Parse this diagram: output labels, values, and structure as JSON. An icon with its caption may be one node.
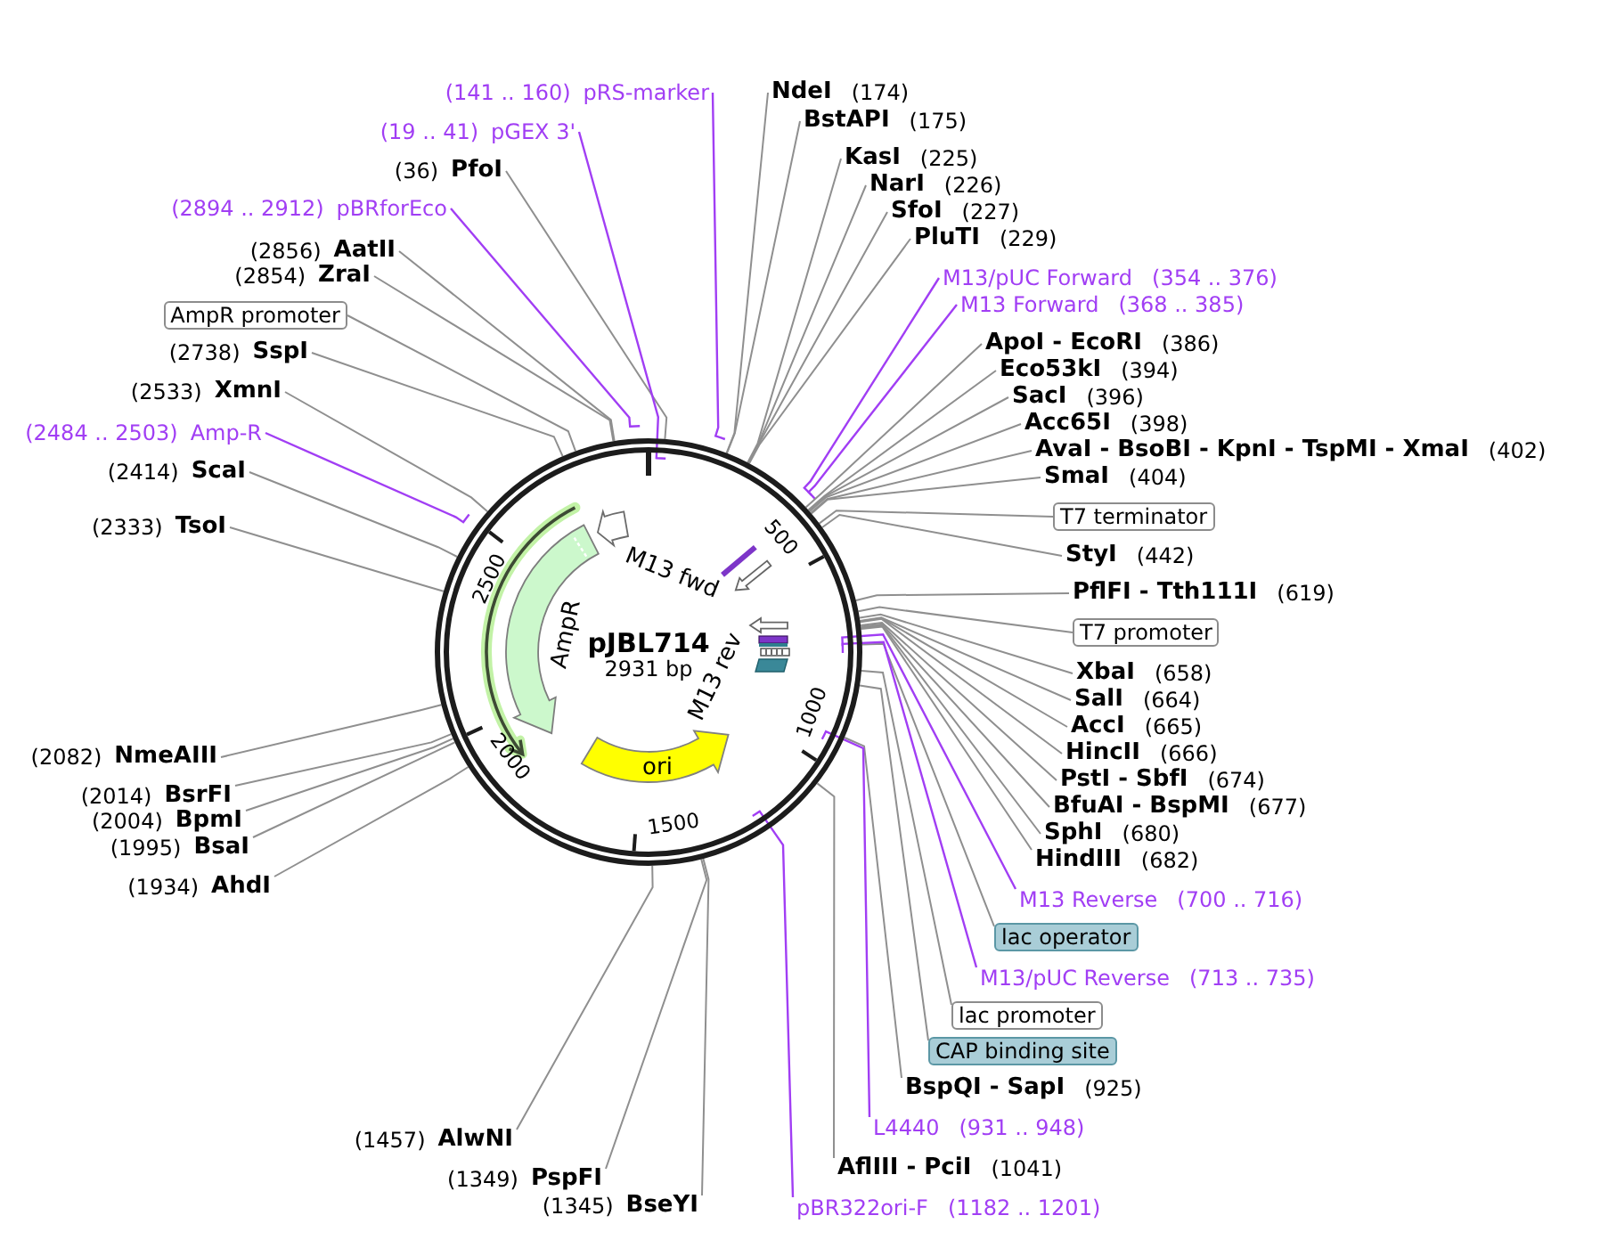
{
  "diagram": {
    "nodes": [
      {
        "text": [
          "pJBL714",
          "2931 bp"
        ]
      },
      {
        "text": [
          "AmpR"
        ],
        "in": 0
      },
      {
        "text": [
          "ori"
        ],
        "in": 0
      },
      {
        "text": [
          "NdeI",
          "(174)"
        ]
      },
      {
        "text": [
          "BstAPI",
          "(175)"
        ]
      },
      {
        "text": [
          "KasI",
          "(225)"
        ]
      },
      {
        "text": [
          "NarI",
          "(226)"
        ]
      },
      {
        "text": [
          "SfoI",
          "(227)"
        ]
      },
      {
        "text": [
          "PluTI",
          "(229)"
        ]
      },
      {
        "text": [
          "M13/pUC Forward",
          "(354 .. 376)"
        ]
      },
      {
        "text": [
          "M13 Forward",
          "(368 .. 385)"
        ]
      },
      {
        "text": [
          "ApoI - EcoRI",
          "(386)"
        ]
      },
      {
        "text": [
          "Eco53kI",
          "(394)"
        ]
      },
      {
        "text": [
          "SacI",
          "(396)"
        ]
      },
      {
        "text": [
          "Acc65I",
          "(398)"
        ]
      },
      {
        "text": [
          "AvaI - BsoBI - KpnI - TspMI - XmaI",
          "(402)"
        ]
      },
      {
        "text": [
          "SmaI",
          "(404)"
        ]
      },
      {
        "text": [
          "T7 terminator"
        ]
      },
      {
        "text": [
          "StyI",
          "(442)"
        ]
      },
      {
        "text": [
          "PflFI - Tth111I",
          "(619)"
        ]
      },
      {
        "text": [
          "T7 promoter"
        ]
      },
      {
        "text": [
          "XbaI",
          "(658)"
        ]
      },
      {
        "text": [
          "SalI",
          "(664)"
        ]
      },
      {
        "text": [
          "AccI",
          "(665)"
        ]
      },
      {
        "text": [
          "HincII",
          "(666)"
        ]
      },
      {
        "text": [
          "PstI - SbfI",
          "(674)"
        ]
      },
      {
        "text": [
          "BfuAI - BspMI",
          "(677)"
        ]
      },
      {
        "text": [
          "SphI",
          "(680)"
        ]
      },
      {
        "text": [
          "HindIII",
          "(682)"
        ]
      },
      {
        "text": [
          "M13 Reverse",
          "(700 .. 716)"
        ]
      },
      {
        "text": [
          "lac operator"
        ]
      },
      {
        "text": [
          "M13/pUC Reverse",
          "(713 .. 735)"
        ]
      },
      {
        "text": [
          "lac promoter"
        ]
      },
      {
        "text": [
          "CAP binding site"
        ]
      },
      {
        "text": [
          "BspQI - SapI",
          "(925)"
        ]
      },
      {
        "text": [
          "L4440",
          "(931 .. 948)"
        ]
      },
      {
        "text": [
          "AflIII - PciI",
          "(1041)"
        ]
      },
      {
        "text": [
          "pBR322ori-F",
          "(1182 .. 1201)"
        ]
      },
      {
        "text": [
          "(1345)",
          "BseYI"
        ]
      },
      {
        "text": [
          "(1349)",
          "PspFI"
        ]
      },
      {
        "text": [
          "(1457)",
          "AlwNI"
        ]
      },
      {
        "text": [
          "(1934)",
          "AhdI"
        ]
      },
      {
        "text": [
          "(1995)",
          "BsaI"
        ]
      },
      {
        "text": [
          "(2004)",
          "BpmI"
        ]
      },
      {
        "text": [
          "(2014)",
          "BsrFI"
        ]
      },
      {
        "text": [
          "(2082)",
          "NmeAIII"
        ]
      },
      {
        "text": [
          "(2333)",
          "TsoI"
        ]
      },
      {
        "text": [
          "(2414)",
          "ScaI"
        ]
      },
      {
        "text": [
          "(2484 .. 2503)",
          "Amp-R"
        ]
      },
      {
        "text": [
          "(2533)",
          "XmnI"
        ]
      },
      {
        "text": [
          "(2738)",
          "SspI"
        ]
      },
      {
        "text": [
          "AmpR promoter"
        ]
      },
      {
        "text": [
          "(2854)",
          "ZraI"
        ]
      },
      {
        "text": [
          "(2856)",
          "AatII"
        ]
      },
      {
        "text": [
          "(2894 .. 2912)",
          "pBRforEco"
        ]
      },
      {
        "text": [
          "(36)",
          "PfoI"
        ]
      },
      {
        "text": [
          "(19 .. 41)",
          "pGEX 3'"
        ]
      },
      {
        "text": [
          "(141 .. 160)",
          "pRS-marker"
        ]
      }
    ],
    "edges": [
      {
        "from": 3,
        "to": 0,
        "arrow": "none"
      },
      {
        "from": 4,
        "to": 0,
        "arrow": "none"
      },
      {
        "from": 5,
        "to": 0,
        "arrow": "none"
      },
      {
        "from": 6,
        "to": 0,
        "arrow": "none"
      },
      {
        "from": 7,
        "to": 0,
        "arrow": "none"
      },
      {
        "from": 8,
        "to": 0,
        "arrow": "none"
      },
      {
        "from": 9,
        "to": 0,
        "arrow": "none",
        "color": "#a13ef4"
      },
      {
        "from": 10,
        "to": 0,
        "arrow": "none",
        "color": "#a13ef4"
      },
      {
        "from": 11,
        "to": 0,
        "arrow": "none"
      },
      {
        "from": 12,
        "to": 0,
        "arrow": "none"
      },
      {
        "from": 13,
        "to": 0,
        "arrow": "none"
      },
      {
        "from": 14,
        "to": 0,
        "arrow": "none"
      },
      {
        "from": 15,
        "to": 0,
        "arrow": "none"
      },
      {
        "from": 16,
        "to": 0,
        "arrow": "none"
      },
      {
        "from": 17,
        "to": 0,
        "arrow": "none"
      },
      {
        "from": 18,
        "to": 0,
        "arrow": "none"
      },
      {
        "from": 19,
        "to": 0,
        "arrow": "none"
      },
      {
        "from": 20,
        "to": 0,
        "arrow": "none"
      },
      {
        "from": 21,
        "to": 0,
        "arrow": "none"
      },
      {
        "from": 22,
        "to": 0,
        "arrow": "none"
      },
      {
        "from": 23,
        "to": 0,
        "arrow": "none"
      },
      {
        "from": 24,
        "to": 0,
        "arrow": "none"
      },
      {
        "from": 25,
        "to": 0,
        "arrow": "none"
      },
      {
        "from": 26,
        "to": 0,
        "arrow": "none"
      },
      {
        "from": 27,
        "to": 0,
        "arrow": "none"
      },
      {
        "from": 28,
        "to": 0,
        "arrow": "none"
      },
      {
        "from": 29,
        "to": 0,
        "arrow": "none",
        "color": "#a13ef4"
      },
      {
        "from": 30,
        "to": 0,
        "arrow": "none"
      },
      {
        "from": 31,
        "to": 0,
        "arrow": "none",
        "color": "#a13ef4"
      },
      {
        "from": 32,
        "to": 0,
        "arrow": "none"
      },
      {
        "from": 33,
        "to": 0,
        "arrow": "none"
      },
      {
        "from": 34,
        "to": 0,
        "arrow": "none"
      },
      {
        "from": 35,
        "to": 0,
        "arrow": "none",
        "color": "#a13ef4"
      },
      {
        "from": 36,
        "to": 0,
        "arrow": "none"
      },
      {
        "from": 37,
        "to": 0,
        "arrow": "none",
        "color": "#a13ef4"
      },
      {
        "from": 38,
        "to": 0,
        "arrow": "none"
      },
      {
        "from": 39,
        "to": 0,
        "arrow": "none"
      },
      {
        "from": 40,
        "to": 0,
        "arrow": "none"
      },
      {
        "from": 41,
        "to": 0,
        "arrow": "none"
      },
      {
        "from": 42,
        "to": 0,
        "arrow": "none"
      },
      {
        "from": 43,
        "to": 0,
        "arrow": "none"
      },
      {
        "from": 44,
        "to": 0,
        "arrow": "none"
      },
      {
        "from": 45,
        "to": 0,
        "arrow": "none"
      },
      {
        "from": 46,
        "to": 0,
        "arrow": "none"
      },
      {
        "from": 47,
        "to": 0,
        "arrow": "none"
      },
      {
        "from": 48,
        "to": 0,
        "arrow": "none",
        "color": "#a13ef4"
      },
      {
        "from": 49,
        "to": 0,
        "arrow": "none"
      },
      {
        "from": 50,
        "to": 0,
        "arrow": "none"
      },
      {
        "from": 51,
        "to": 0,
        "arrow": "none"
      },
      {
        "from": 52,
        "to": 0,
        "arrow": "none"
      },
      {
        "from": 53,
        "to": 0,
        "arrow": "none"
      },
      {
        "from": 54,
        "to": 0,
        "arrow": "none",
        "color": "#a13ef4"
      },
      {
        "from": 55,
        "to": 0,
        "arrow": "none"
      },
      {
        "from": 56,
        "to": 0,
        "arrow": "none",
        "color": "#a13ef4"
      },
      {
        "from": 57,
        "to": 0,
        "arrow": "none",
        "color": "#a13ef4"
      }
    ],
    "labels": [
      "M13 fwd",
      "M13 rev",
      "500",
      "1000",
      "1500",
      "2000",
      "2500"
    ]
  }
}
